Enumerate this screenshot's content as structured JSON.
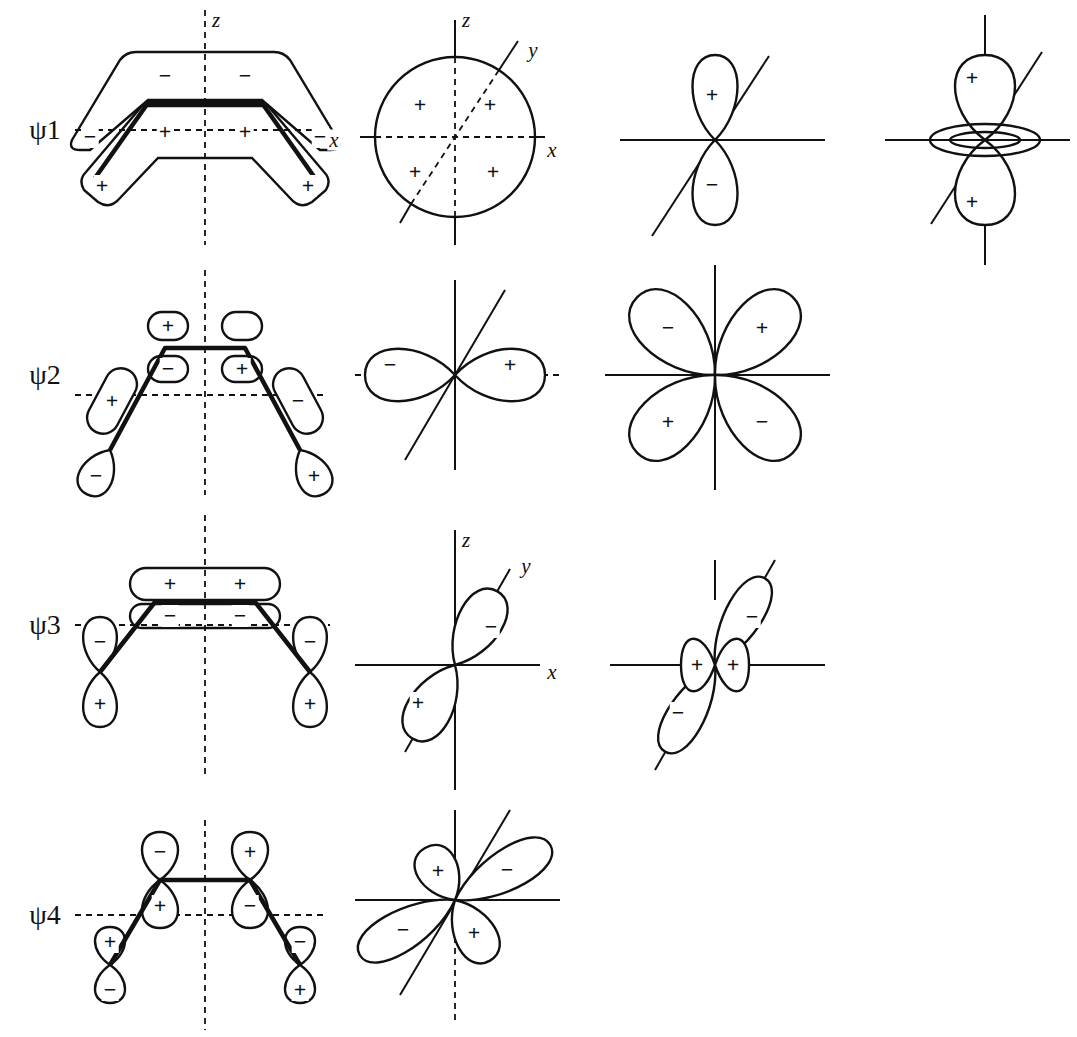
{
  "diagram": {
    "labels": [
      "ψ1",
      "z",
      "x",
      "−",
      "−",
      "−",
      "+",
      "+",
      "−",
      "+",
      "+",
      "z",
      "y",
      "+",
      "+",
      "x",
      "+",
      "+",
      "+",
      "−",
      "+",
      "+",
      "ψ2",
      "+",
      "−",
      "+",
      "+",
      "−",
      "−",
      "+",
      "−",
      "+",
      "−",
      "+",
      "+",
      "−",
      "ψ3",
      "+",
      "+",
      "−",
      "−",
      "−",
      "−",
      "+",
      "+",
      "z",
      "y",
      "−",
      "x",
      "+",
      "−",
      "+",
      "+",
      "−",
      "ψ4",
      "−",
      "+",
      "+",
      "−",
      "+",
      "−",
      "−",
      "+",
      "+",
      "−",
      "−",
      "+"
    ]
  }
}
